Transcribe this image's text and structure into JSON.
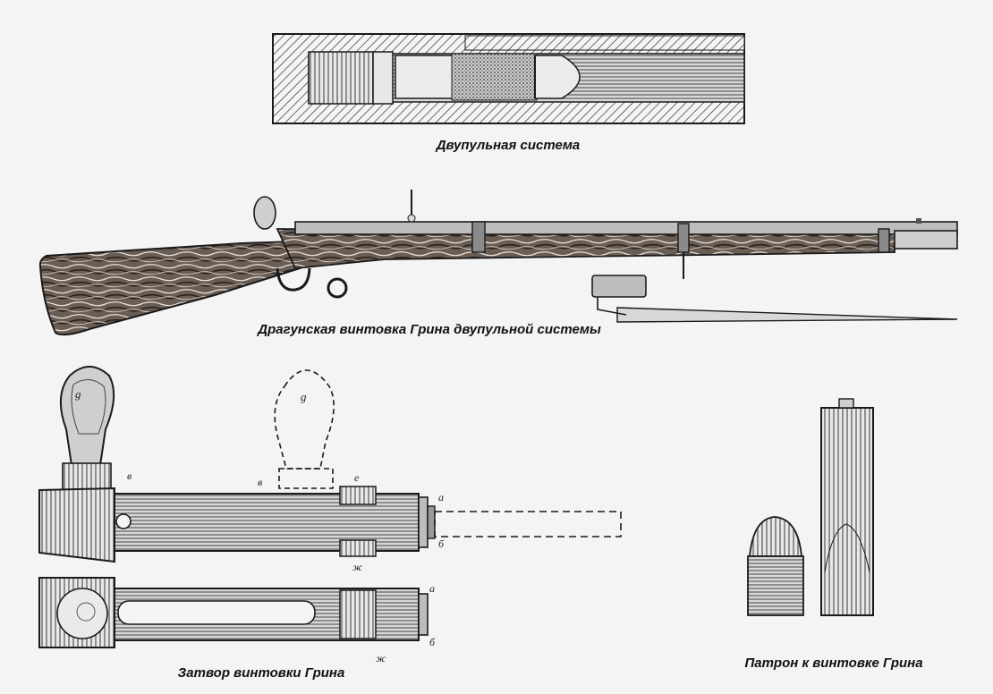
{
  "captions": {
    "double_bullet": "Двупульная система",
    "dragoon_rifle": "Драгунская винтовка Грина двупульной системы",
    "bolt": "Затвор винтовки Грина",
    "cartridge": "Патрон к винтовке Грина"
  },
  "part_labels": {
    "handle": "g",
    "handle_ghost": "g",
    "v": "в",
    "v2": "в",
    "e": "е",
    "a": "а",
    "b": "б",
    "zh": "ж",
    "a2": "а",
    "b2": "б",
    "zh2": "ж"
  },
  "colors": {
    "ink": "#1a1a1a",
    "paper": "#f4f4f4",
    "wood": "#4a3f38",
    "metal": "#7a7a7a"
  }
}
